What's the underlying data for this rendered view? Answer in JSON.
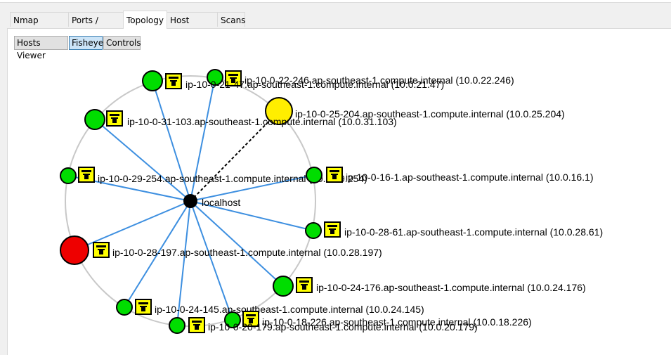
{
  "tabs": [
    {
      "label": "Nmap Output",
      "active": false
    },
    {
      "label": "Ports / Hosts",
      "active": false
    },
    {
      "label": "Topology",
      "active": true
    },
    {
      "label": "Host Details",
      "active": false
    },
    {
      "label": "Scans",
      "active": false
    }
  ],
  "toolbar": {
    "buttons": [
      {
        "label": "Hosts Viewer",
        "pressed": false
      },
      {
        "label": "Fisheye",
        "pressed": true
      },
      {
        "label": "Controls",
        "pressed": false
      }
    ]
  },
  "topology": {
    "center": {
      "label": "localhost",
      "color": "#000000"
    },
    "link_color": "#3d8fe0",
    "ring_color": "#c8c8c8",
    "hosts": [
      {
        "label": "ip-10-0-22-246.ap-southeast-1.compute.internal (10.0.22.246)",
        "status_color": "#00dd00",
        "link": "solid"
      },
      {
        "label": "ip-10-0-21-47.ap-southeast-1.compute.internal (10.0.21.47)",
        "status_color": "#00dd00",
        "link": "solid"
      },
      {
        "label": "ip-10-0-25-204.ap-southeast-1.compute.internal (10.0.25.204)",
        "status_color": "#ffee00",
        "link": "dashed"
      },
      {
        "label": "ip-10-0-31-103.ap-southeast-1.compute.internal (10.0.31.103)",
        "status_color": "#00dd00",
        "link": "solid"
      },
      {
        "label": "ip-10-0-29-254.ap-southeast-1.compute.internal (10.0.29.254)",
        "status_color": "#00dd00",
        "link": "solid"
      },
      {
        "label": "ip-10-0-16-1.ap-southeast-1.compute.internal (10.0.16.1)",
        "status_color": "#00dd00",
        "link": "solid"
      },
      {
        "label": "ip-10-0-28-61.ap-southeast-1.compute.internal (10.0.28.61)",
        "status_color": "#00dd00",
        "link": "solid"
      },
      {
        "label": "ip-10-0-28-197.ap-southeast-1.compute.internal (10.0.28.197)",
        "status_color": "#ee0000",
        "link": "solid"
      },
      {
        "label": "ip-10-0-24-176.ap-southeast-1.compute.internal (10.0.24.176)",
        "status_color": "#00dd00",
        "link": "solid"
      },
      {
        "label": "ip-10-0-24-145.ap-southeast-1.compute.internal (10.0.24.145)",
        "status_color": "#00dd00",
        "link": "solid"
      },
      {
        "label": "ip-10-0-18-226.ap-southeast-1.compute.internal (10.0.18.226)",
        "status_color": "#00dd00",
        "link": "solid"
      },
      {
        "label": "ip-10-0-20-179.ap-southeast-1.compute.internal (10.0.20.179)",
        "status_color": "#00dd00",
        "link": "solid"
      }
    ],
    "host_icon": "padlock-icon",
    "icon_color": "#ffff00"
  }
}
